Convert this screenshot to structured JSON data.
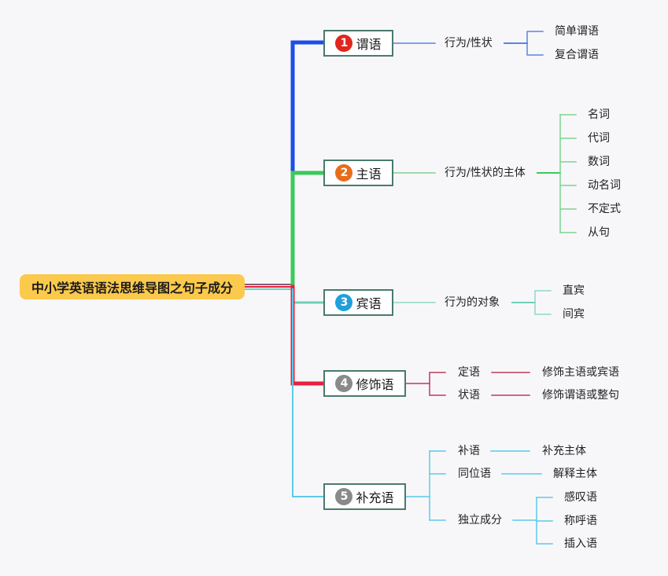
{
  "root": "中小学英语语法思维导图之句子成分",
  "branches": [
    {
      "num": "1",
      "label": "谓语",
      "circle_color": "#e0261f",
      "line_color": "#1b4de8",
      "desc": "行为/性状",
      "children": [
        "简单谓语",
        "复合谓语"
      ]
    },
    {
      "num": "2",
      "label": "主语",
      "circle_color": "#e86d1a",
      "line_color": "#3cc95a",
      "desc": "行为/性状的主体",
      "children": [
        "名词",
        "代词",
        "数词",
        "动名词",
        "不定式",
        "从句"
      ]
    },
    {
      "num": "3",
      "label": "宾语",
      "circle_color": "#1fa0dc",
      "line_color": "#6fcfb8",
      "desc": "行为的对象",
      "children": [
        "直宾",
        "间宾"
      ]
    },
    {
      "num": "4",
      "label": "修饰语",
      "circle_color": "#8a8a8a",
      "line_color": "#e8213d",
      "items": [
        {
          "label": "定语",
          "detail": "修饰主语或宾语"
        },
        {
          "label": "状语",
          "detail": "修饰谓语或整句"
        }
      ]
    },
    {
      "num": "5",
      "label": "补充语",
      "circle_color": "#8a8a8a",
      "line_color": "#5ccaea",
      "items": [
        {
          "label": "补语",
          "detail": "补充主体"
        },
        {
          "label": "同位语",
          "detail": "解释主体"
        }
      ],
      "independent": {
        "label": "独立成分",
        "children": [
          "感叹语",
          "称呼语",
          "插入语"
        ]
      }
    }
  ]
}
